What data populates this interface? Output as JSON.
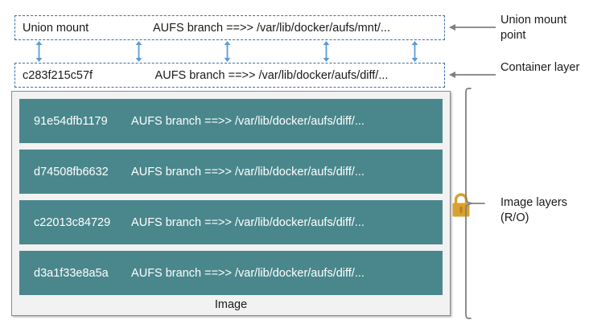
{
  "diagram": {
    "title": "Docker AUFS storage driver layer diagram",
    "colors": {
      "layer_fill": "#4a878d",
      "layer_text": "#ffffff",
      "dashed_border": "#3f6fa8",
      "arrow_blue": "#5b9bd5",
      "panel_bg": "#f2f2f2",
      "panel_border": "#8c8c8c",
      "callout_gray": "#808080",
      "lock_gold": "#d9a22e"
    },
    "union_mount": {
      "id": "Union mount",
      "branch": "AUFS branch ==>> /var/lib/docker/aufs/mnt/...",
      "callout": "Union mount point"
    },
    "container_layer": {
      "id": "c283f215c57f",
      "branch": "AUFS branch ==>> /var/lib/docker/aufs/diff/...",
      "callout": "Container layer"
    },
    "image": {
      "caption": "Image",
      "callout": "Image layers (R/O)",
      "layers": [
        {
          "id": "91e54dfb1179",
          "branch": "AUFS branch ==>> /var/lib/docker/aufs/diff/..."
        },
        {
          "id": "d74508fb6632",
          "branch": "AUFS branch ==>> /var/lib/docker/aufs/diff/..."
        },
        {
          "id": "c22013c84729",
          "branch": "AUFS branch ==>> /var/lib/docker/aufs/diff/..."
        },
        {
          "id": "d3a1f33e8a5a",
          "branch": "AUFS branch ==>> /var/lib/docker/aufs/diff/..."
        }
      ]
    },
    "connectors": {
      "icon": "double-headed-vertical-arrow",
      "count": 5,
      "x_positions": [
        44,
        168,
        278,
        401,
        511
      ]
    },
    "lock": {
      "icon": "lock-icon",
      "meaning": "read-only"
    }
  }
}
